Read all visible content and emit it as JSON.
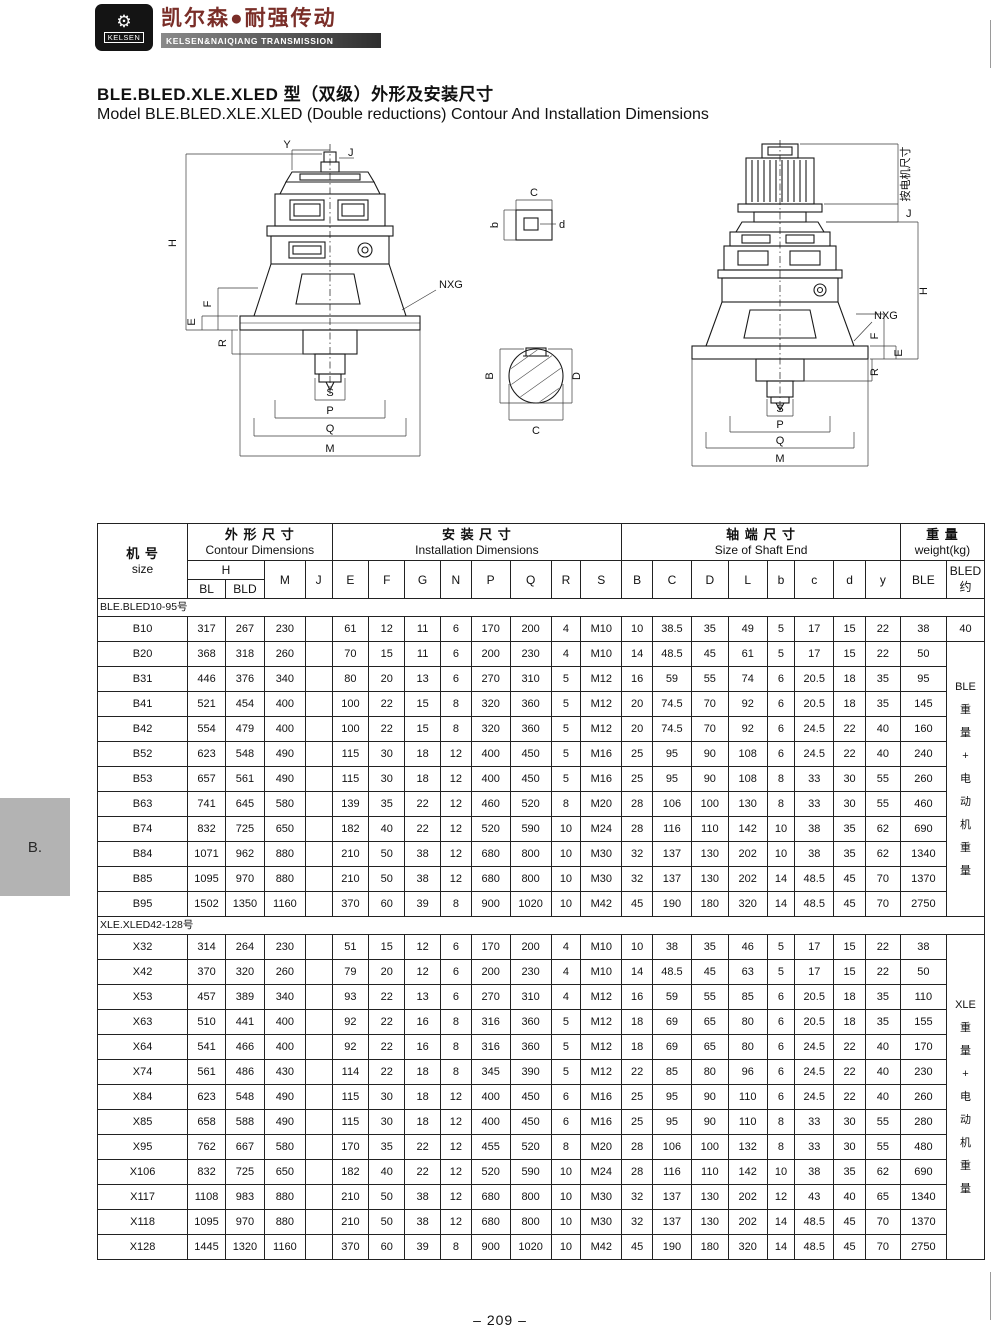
{
  "page": {
    "number": "– 209 –",
    "side_tab": "B."
  },
  "header": {
    "logo_text": "KELSEN",
    "logo_gear": "⚙",
    "brand_cn": "凯尔森●耐强传动",
    "brand_en": "KELSEN&NAIQIANG TRANSMISSION",
    "brand_color": "#7a2e28",
    "bar_color": "#2f2f2f"
  },
  "title": {
    "cn": "BLE.BLED.XLE.XLED 型（双级）外形及安装尺寸",
    "en": "Model BLE.BLED.XLE.XLED (Double reductions) Contour And Installation Dimensions"
  },
  "drawings": {
    "left": {
      "labels": {
        "y": "Y",
        "j": "J",
        "h": "H",
        "f": "F",
        "e": "E",
        "r": "R",
        "nxg": "NXG",
        "s": "S",
        "p": "P",
        "q": "Q",
        "m": "M"
      }
    },
    "key_section": {
      "c": "C",
      "b": "b",
      "d": "d"
    },
    "shaft_section": {
      "b": "B",
      "d": "D",
      "c": "C"
    },
    "right": {
      "labels": {
        "motor": "按电机尺寸",
        "j": "J",
        "h": "H",
        "nxg": "NXG",
        "f": "F",
        "e": "E",
        "r": "R",
        "s": "S",
        "p": "P",
        "q": "Q",
        "m": "M"
      }
    }
  },
  "table": {
    "groups": {
      "size_cn": "机 号",
      "size_en": "size",
      "contour_cn": "外 形 尺 寸",
      "contour_en": "Contour Dimensions",
      "install_cn": "安 装 尺 寸",
      "install_en": "Installation Dimensions",
      "shaft_cn": "轴 端 尺 寸",
      "shaft_en": "Size of Shaft End",
      "weight_cn": "重 量",
      "weight_en": "weight(kg)"
    },
    "columns": {
      "h": "H",
      "bl": "BL",
      "bld": "BLD",
      "m": "M",
      "j": "J",
      "install": [
        "E",
        "F",
        "G",
        "N",
        "P",
        "Q",
        "R",
        "S"
      ],
      "shaft": [
        "B",
        "C",
        "D",
        "L",
        "b",
        "c",
        "d",
        "y"
      ],
      "ble": "BLE",
      "bled": "BLED",
      "bled_approx": "约"
    },
    "sections": [
      {
        "label": "BLE.BLED10-95号",
        "first_row_bled": "40",
        "note": [
          "BLE",
          "重",
          "量",
          "+",
          "电",
          "动",
          "机",
          "重",
          "量"
        ],
        "note_row": 1,
        "note_span": 11,
        "rows": [
          [
            "B10",
            "317",
            "267",
            "230",
            "",
            "61",
            "12",
            "11",
            "6",
            "170",
            "200",
            "4",
            "M10",
            "10",
            "38.5",
            "35",
            "49",
            "5",
            "17",
            "15",
            "22",
            "38"
          ],
          [
            "B20",
            "368",
            "318",
            "260",
            "",
            "70",
            "15",
            "11",
            "6",
            "200",
            "230",
            "4",
            "M10",
            "14",
            "48.5",
            "45",
            "61",
            "5",
            "17",
            "15",
            "22",
            "50"
          ],
          [
            "B31",
            "446",
            "376",
            "340",
            "",
            "80",
            "20",
            "13",
            "6",
            "270",
            "310",
            "5",
            "M12",
            "16",
            "59",
            "55",
            "74",
            "6",
            "20.5",
            "18",
            "35",
            "95"
          ],
          [
            "B41",
            "521",
            "454",
            "400",
            "",
            "100",
            "22",
            "15",
            "8",
            "320",
            "360",
            "5",
            "M12",
            "20",
            "74.5",
            "70",
            "92",
            "6",
            "20.5",
            "18",
            "35",
            "145"
          ],
          [
            "B42",
            "554",
            "479",
            "400",
            "",
            "100",
            "22",
            "15",
            "8",
            "320",
            "360",
            "5",
            "M12",
            "20",
            "74.5",
            "70",
            "92",
            "6",
            "24.5",
            "22",
            "40",
            "160"
          ],
          [
            "B52",
            "623",
            "548",
            "490",
            "",
            "115",
            "30",
            "18",
            "12",
            "400",
            "450",
            "5",
            "M16",
            "25",
            "95",
            "90",
            "108",
            "6",
            "24.5",
            "22",
            "40",
            "240"
          ],
          [
            "B53",
            "657",
            "561",
            "490",
            "",
            "115",
            "30",
            "18",
            "12",
            "400",
            "450",
            "5",
            "M16",
            "25",
            "95",
            "90",
            "108",
            "8",
            "33",
            "30",
            "55",
            "260"
          ],
          [
            "B63",
            "741",
            "645",
            "580",
            "",
            "139",
            "35",
            "22",
            "12",
            "460",
            "520",
            "8",
            "M20",
            "28",
            "106",
            "100",
            "130",
            "8",
            "33",
            "30",
            "55",
            "460"
          ],
          [
            "B74",
            "832",
            "725",
            "650",
            "",
            "182",
            "40",
            "22",
            "12",
            "520",
            "590",
            "10",
            "M24",
            "28",
            "116",
            "110",
            "142",
            "10",
            "38",
            "35",
            "62",
            "690"
          ],
          [
            "B84",
            "1071",
            "962",
            "880",
            "",
            "210",
            "50",
            "38",
            "12",
            "680",
            "800",
            "10",
            "M30",
            "32",
            "137",
            "130",
            "202",
            "10",
            "38",
            "35",
            "62",
            "1340"
          ],
          [
            "B85",
            "1095",
            "970",
            "880",
            "",
            "210",
            "50",
            "38",
            "12",
            "680",
            "800",
            "10",
            "M30",
            "32",
            "137",
            "130",
            "202",
            "14",
            "48.5",
            "45",
            "70",
            "1370"
          ],
          [
            "B95",
            "1502",
            "1350",
            "1160",
            "",
            "370",
            "60",
            "39",
            "8",
            "900",
            "1020",
            "10",
            "M42",
            "45",
            "190",
            "180",
            "320",
            "14",
            "48.5",
            "45",
            "70",
            "2750"
          ]
        ]
      },
      {
        "label": "XLE.XLED42-128号",
        "note": [
          "XLE",
          "重",
          "量",
          "+",
          "电",
          "动",
          "机",
          "重",
          "量"
        ],
        "note_row": 0,
        "note_span": 13,
        "rows": [
          [
            "X32",
            "314",
            "264",
            "230",
            "",
            "51",
            "15",
            "12",
            "6",
            "170",
            "200",
            "4",
            "M10",
            "10",
            "38",
            "35",
            "46",
            "5",
            "17",
            "15",
            "22",
            "38"
          ],
          [
            "X42",
            "370",
            "320",
            "260",
            "",
            "79",
            "20",
            "12",
            "6",
            "200",
            "230",
            "4",
            "M10",
            "14",
            "48.5",
            "45",
            "63",
            "5",
            "17",
            "15",
            "22",
            "50"
          ],
          [
            "X53",
            "457",
            "389",
            "340",
            "",
            "93",
            "22",
            "13",
            "6",
            "270",
            "310",
            "4",
            "M12",
            "16",
            "59",
            "55",
            "85",
            "6",
            "20.5",
            "18",
            "35",
            "110"
          ],
          [
            "X63",
            "510",
            "441",
            "400",
            "",
            "92",
            "22",
            "16",
            "8",
            "316",
            "360",
            "5",
            "M12",
            "18",
            "69",
            "65",
            "80",
            "6",
            "20.5",
            "18",
            "35",
            "155"
          ],
          [
            "X64",
            "541",
            "466",
            "400",
            "",
            "92",
            "22",
            "16",
            "8",
            "316",
            "360",
            "5",
            "M12",
            "18",
            "69",
            "65",
            "80",
            "6",
            "24.5",
            "22",
            "40",
            "170"
          ],
          [
            "X74",
            "561",
            "486",
            "430",
            "",
            "114",
            "22",
            "18",
            "8",
            "345",
            "390",
            "5",
            "M12",
            "22",
            "85",
            "80",
            "96",
            "6",
            "24.5",
            "22",
            "40",
            "230"
          ],
          [
            "X84",
            "623",
            "548",
            "490",
            "",
            "115",
            "30",
            "18",
            "12",
            "400",
            "450",
            "6",
            "M16",
            "25",
            "95",
            "90",
            "110",
            "6",
            "24.5",
            "22",
            "40",
            "260"
          ],
          [
            "X85",
            "658",
            "588",
            "490",
            "",
            "115",
            "30",
            "18",
            "12",
            "400",
            "450",
            "6",
            "M16",
            "25",
            "95",
            "90",
            "110",
            "8",
            "33",
            "30",
            "55",
            "280"
          ],
          [
            "X95",
            "762",
            "667",
            "580",
            "",
            "170",
            "35",
            "22",
            "12",
            "455",
            "520",
            "8",
            "M20",
            "28",
            "106",
            "100",
            "132",
            "8",
            "33",
            "30",
            "55",
            "480"
          ],
          [
            "X106",
            "832",
            "725",
            "650",
            "",
            "182",
            "40",
            "22",
            "12",
            "520",
            "590",
            "10",
            "M24",
            "28",
            "116",
            "110",
            "142",
            "10",
            "38",
            "35",
            "62",
            "690"
          ],
          [
            "X117",
            "1108",
            "983",
            "880",
            "",
            "210",
            "50",
            "38",
            "12",
            "680",
            "800",
            "10",
            "M30",
            "32",
            "137",
            "130",
            "202",
            "12",
            "43",
            "40",
            "65",
            "1340"
          ],
          [
            "X118",
            "1095",
            "970",
            "880",
            "",
            "210",
            "50",
            "38",
            "12",
            "680",
            "800",
            "10",
            "M30",
            "32",
            "137",
            "130",
            "202",
            "14",
            "48.5",
            "45",
            "70",
            "1370"
          ],
          [
            "X128",
            "1445",
            "1320",
            "1160",
            "",
            "370",
            "60",
            "39",
            "8",
            "900",
            "1020",
            "10",
            "M42",
            "45",
            "190",
            "180",
            "320",
            "14",
            "48.5",
            "45",
            "70",
            "2750"
          ]
        ]
      }
    ]
  }
}
